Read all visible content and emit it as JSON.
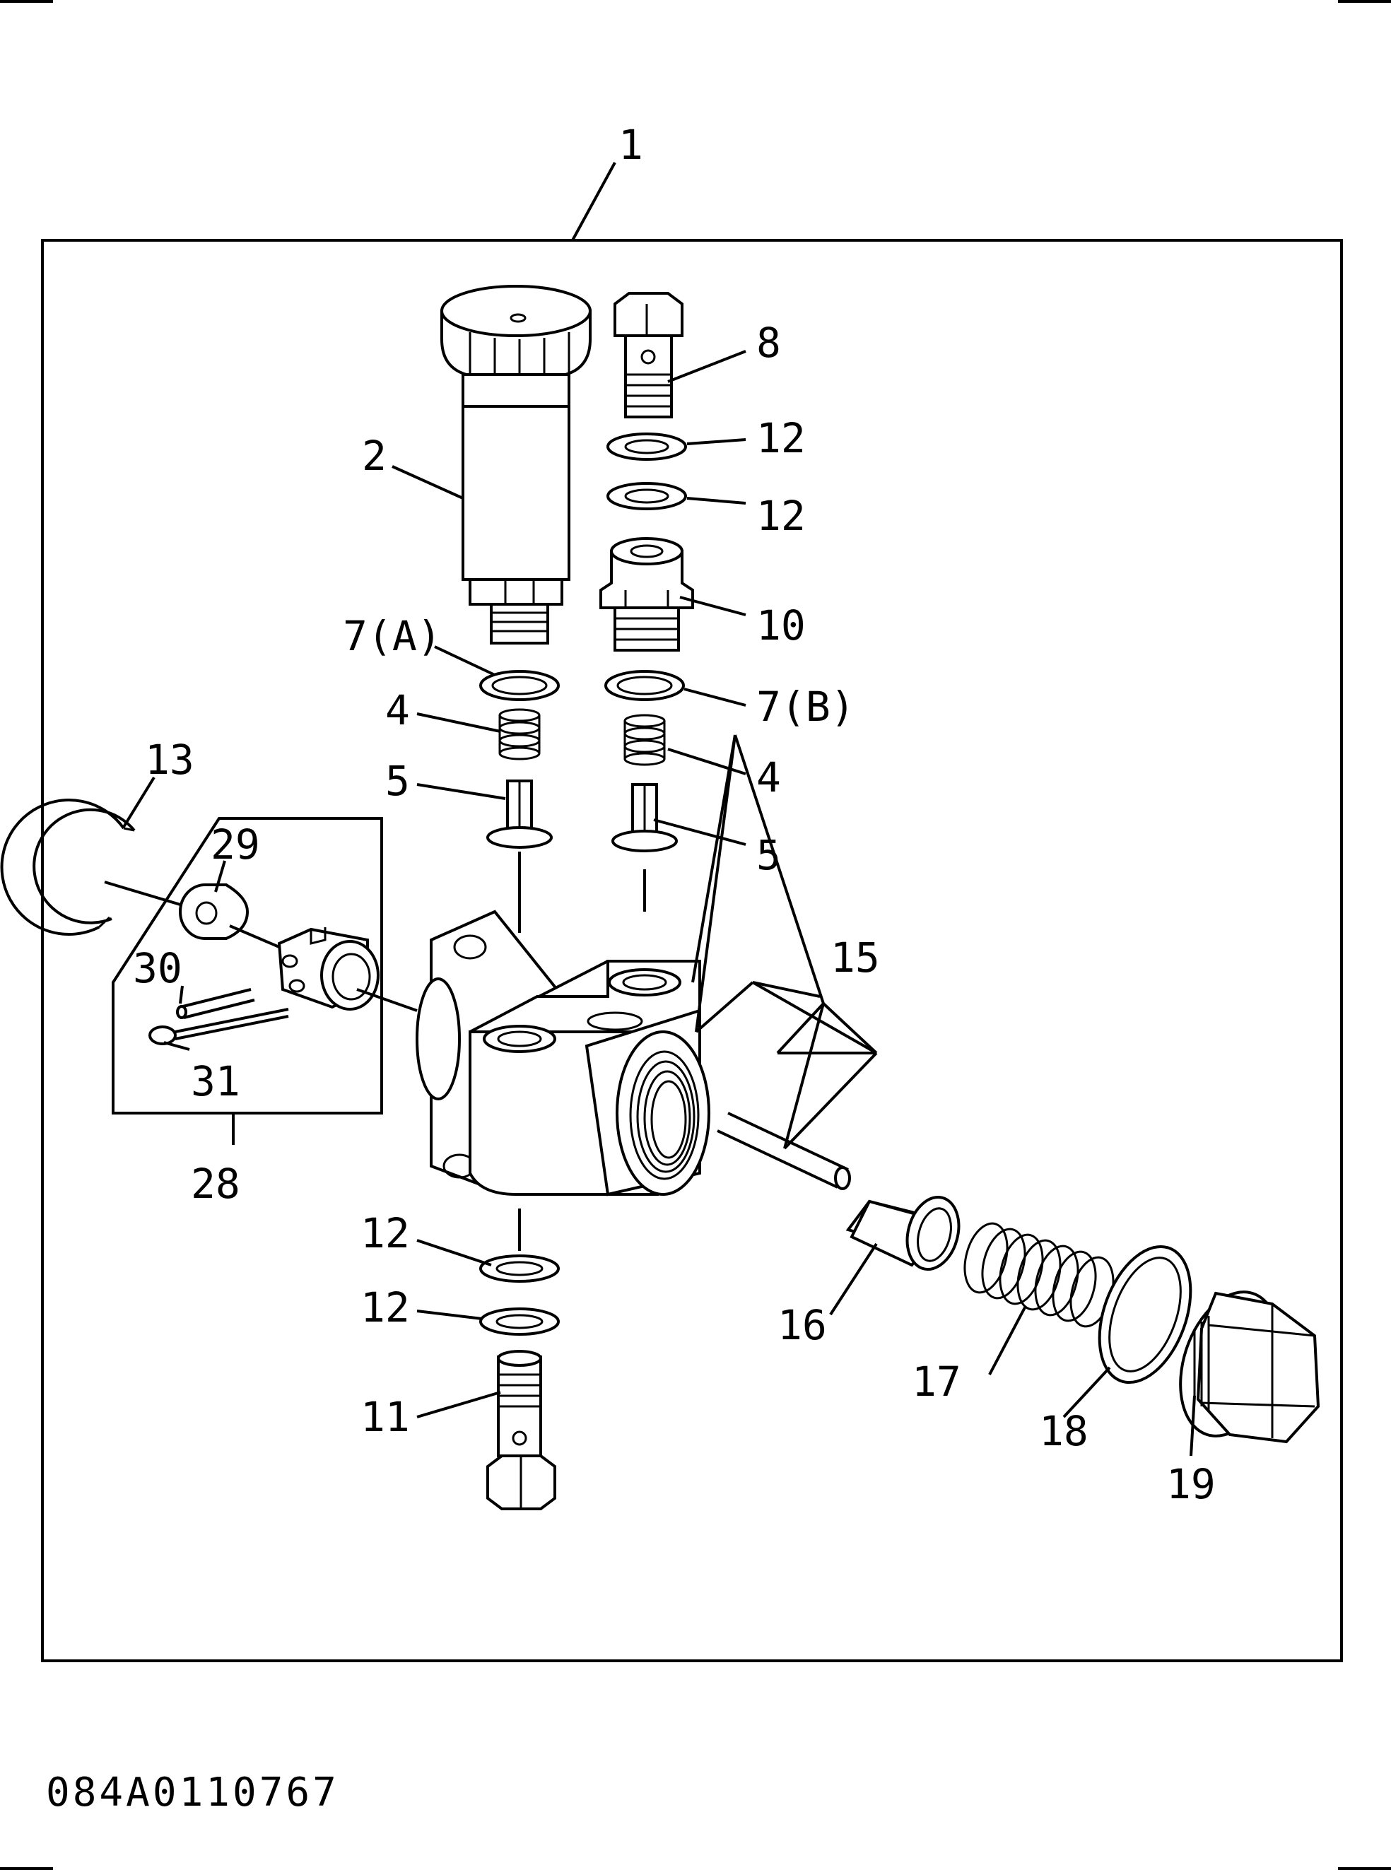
{
  "labels": {
    "l1": "1",
    "l2": "2",
    "l4a": "4",
    "l4b": "4",
    "l5a": "5",
    "l5b": "5",
    "l7a": "7(A)",
    "l7b": "7(B)",
    "l8": "8",
    "l10": "10",
    "l11": "11",
    "l12a": "12",
    "l12b": "12",
    "l12c": "12",
    "l12d": "12",
    "l13": "13",
    "l15": "15",
    "l16": "16",
    "l17": "17",
    "l18": "18",
    "l19": "19",
    "l28": "28",
    "l29": "29",
    "l30": "30",
    "l31": "31"
  },
  "drawing_code": "084A0110767"
}
